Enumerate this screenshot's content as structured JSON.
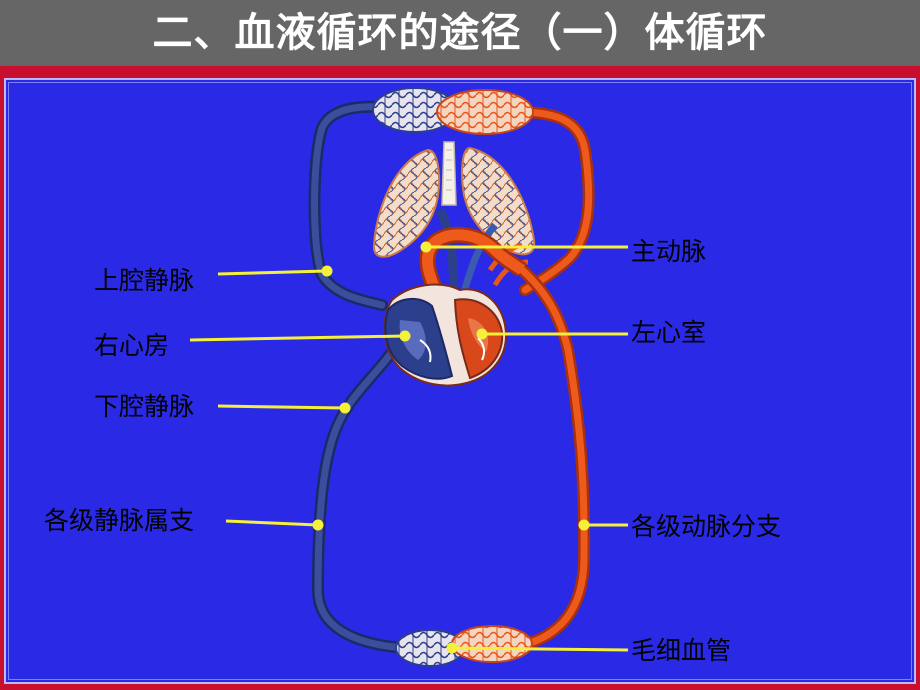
{
  "title": "二、血液循环的途径（一）体循环",
  "labels": {
    "superior_vena_cava": "上腔静脉",
    "right_atrium": "右心房",
    "inferior_vena_cava": "下腔静脉",
    "vein_branches": "各级静脉属支",
    "aorta": "主动脉",
    "left_ventricle": "左心室",
    "artery_branches": "各级动脉分支",
    "capillaries": "毛细血管"
  },
  "colors": {
    "background": "#2a2ae6",
    "title_bar": "#666666",
    "frame": "#c8102e",
    "artery": "#e8561a",
    "vein": "#2c3f8c",
    "pointer_line": "#f5f03a"
  }
}
